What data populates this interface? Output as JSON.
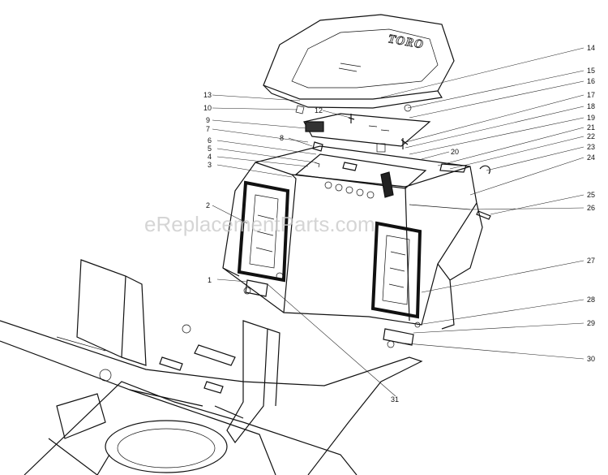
{
  "brand_text": "TORO",
  "watermark": "eReplacementParts.com",
  "callouts": [
    {
      "label": "1"
    },
    {
      "label": "2"
    },
    {
      "label": "3"
    },
    {
      "label": "4"
    },
    {
      "label": "5"
    },
    {
      "label": "6"
    },
    {
      "label": "7"
    },
    {
      "label": "8"
    },
    {
      "label": "9"
    },
    {
      "label": "10"
    },
    {
      "label": "12"
    },
    {
      "label": "13"
    },
    {
      "label": "14"
    },
    {
      "label": "15"
    },
    {
      "label": "16"
    },
    {
      "label": "17"
    },
    {
      "label": "18"
    },
    {
      "label": "19"
    },
    {
      "label": "20"
    },
    {
      "label": "21"
    },
    {
      "label": "22"
    },
    {
      "label": "23"
    },
    {
      "label": "24"
    },
    {
      "label": "25"
    },
    {
      "label": "26"
    },
    {
      "label": "27"
    },
    {
      "label": "28"
    },
    {
      "label": "29"
    },
    {
      "label": "30"
    },
    {
      "label": "31"
    }
  ]
}
